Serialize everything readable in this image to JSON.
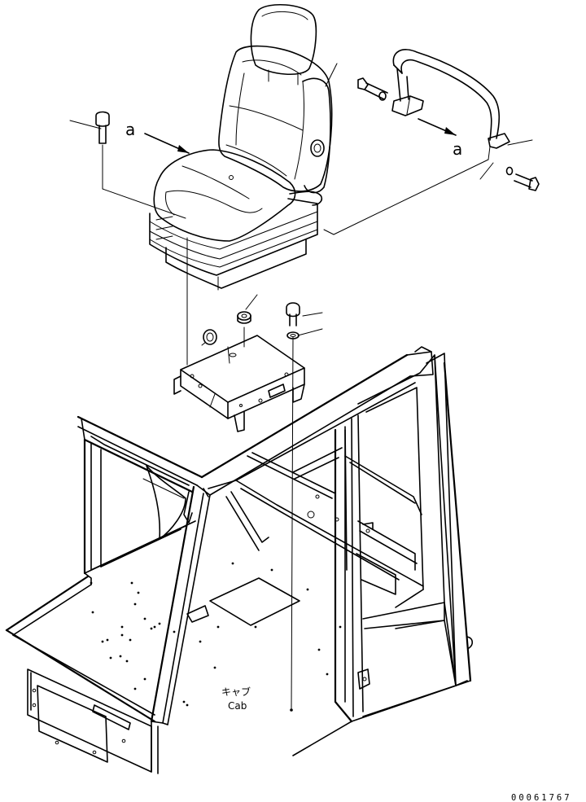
{
  "labels": {
    "view_a_left": "a",
    "view_a_right": "a",
    "cab_japanese": "キャブ",
    "cab_english": "Cab",
    "drawing_code": "00061767"
  }
}
